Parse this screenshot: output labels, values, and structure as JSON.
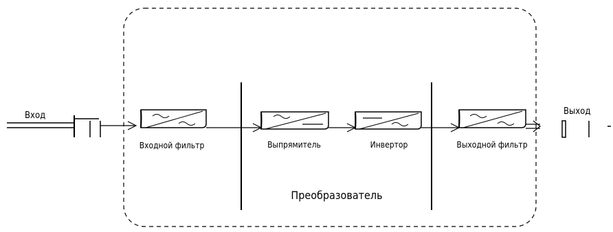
{
  "input_label": "Вход",
  "output_label": "Выход",
  "group_label": "Преобразователь",
  "blocks": [
    {
      "label": "Входной фильтр"
    },
    {
      "label": "Выпрямитель"
    },
    {
      "label": "Инвертор"
    },
    {
      "label": "Выходной фильтр"
    }
  ]
}
